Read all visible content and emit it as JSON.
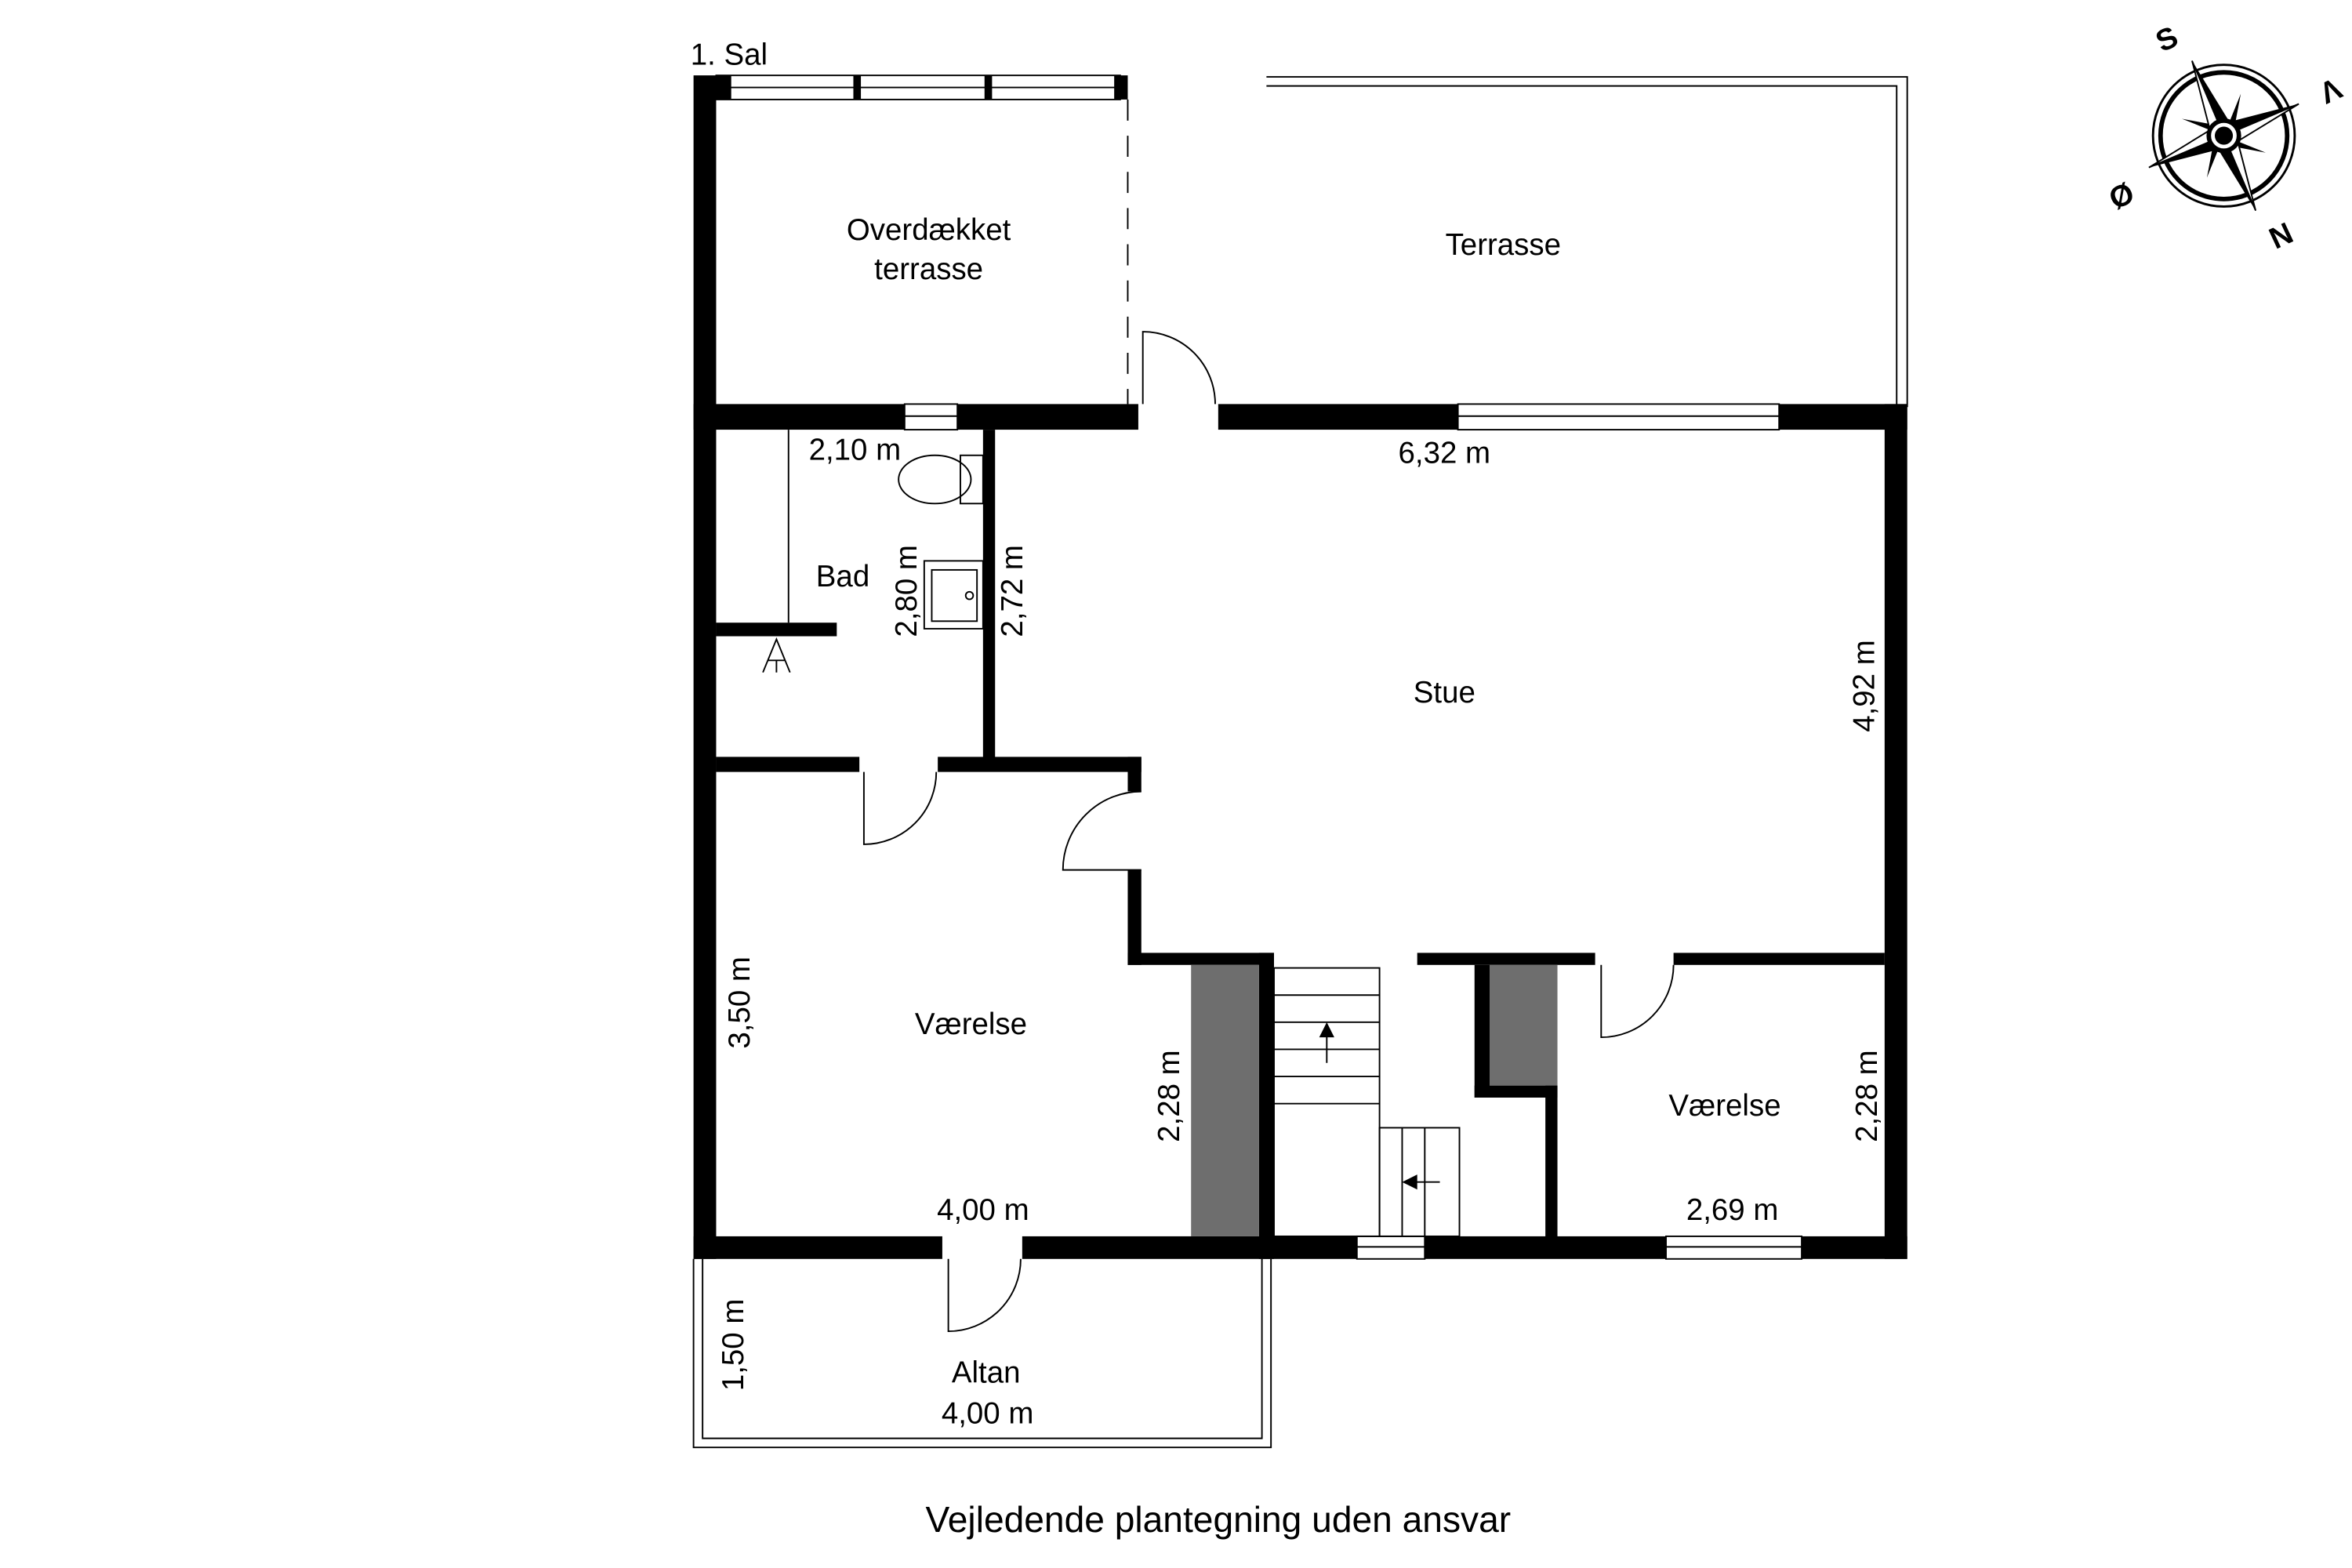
{
  "plan": {
    "floor_label": "1. Sal",
    "footer": "Vejledende plantegning uden ansvar",
    "rooms": {
      "covered_terrace_line1": "Overdækket",
      "covered_terrace_line2": "terrasse",
      "terrace": "Terrasse",
      "bath": "Bad",
      "living": "Stue",
      "room_left": "Værelse",
      "room_right": "Værelse",
      "balcony": "Altan"
    },
    "dimensions": {
      "bath_width": "2,10 m",
      "bath_length": "2,80 m",
      "bath_wall": "2,72 m",
      "living_width": "6,32 m",
      "living_length": "4,92 m",
      "room_left_length": "3,50 m",
      "room_left_width": "4,00 m",
      "room_left_depth": "2,28 m",
      "room_right_width": "2,69 m",
      "room_right_depth": "2,28 m",
      "balcony_depth": "1,50 m",
      "balcony_width": "4,00 m"
    },
    "compass": {
      "north": "N",
      "south": "S",
      "east": "Ø",
      "west": "V"
    }
  }
}
